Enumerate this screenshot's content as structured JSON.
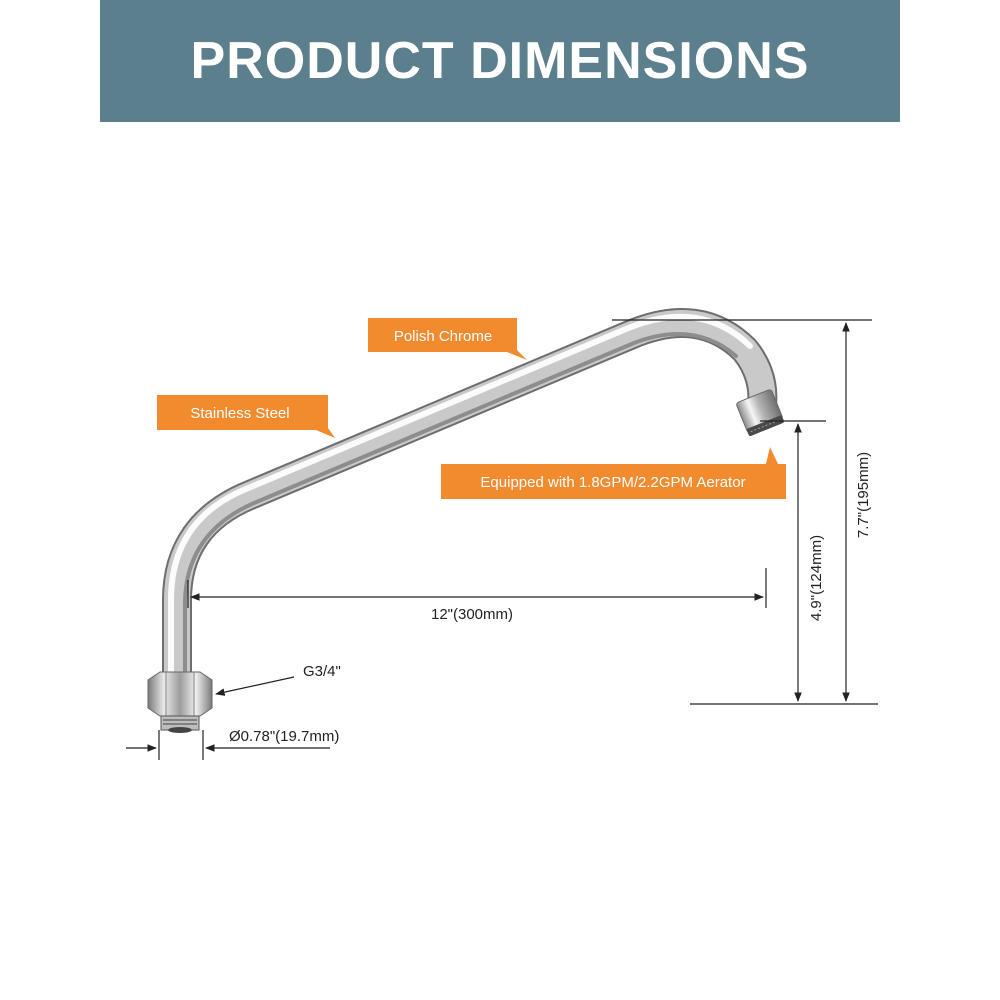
{
  "header": {
    "title": "PRODUCT DIMENSIONS"
  },
  "callouts": {
    "material": "Stainless Steel",
    "finish": "Polish Chrome",
    "aerator": "Equipped with 1.8GPM/2.2GPM Aerator"
  },
  "dimensions": {
    "length": "12\"(300mm)",
    "total_height": "7.7\"(195mm)",
    "outlet_height": "4.9\"(124mm)",
    "thread": "G3/4\"",
    "diameter": "Ø0.78\"(19.7mm)"
  },
  "colors": {
    "header_bg": "#5b7f8d",
    "callout_bg": "#f28a2e",
    "dimension_line": "#222222"
  }
}
